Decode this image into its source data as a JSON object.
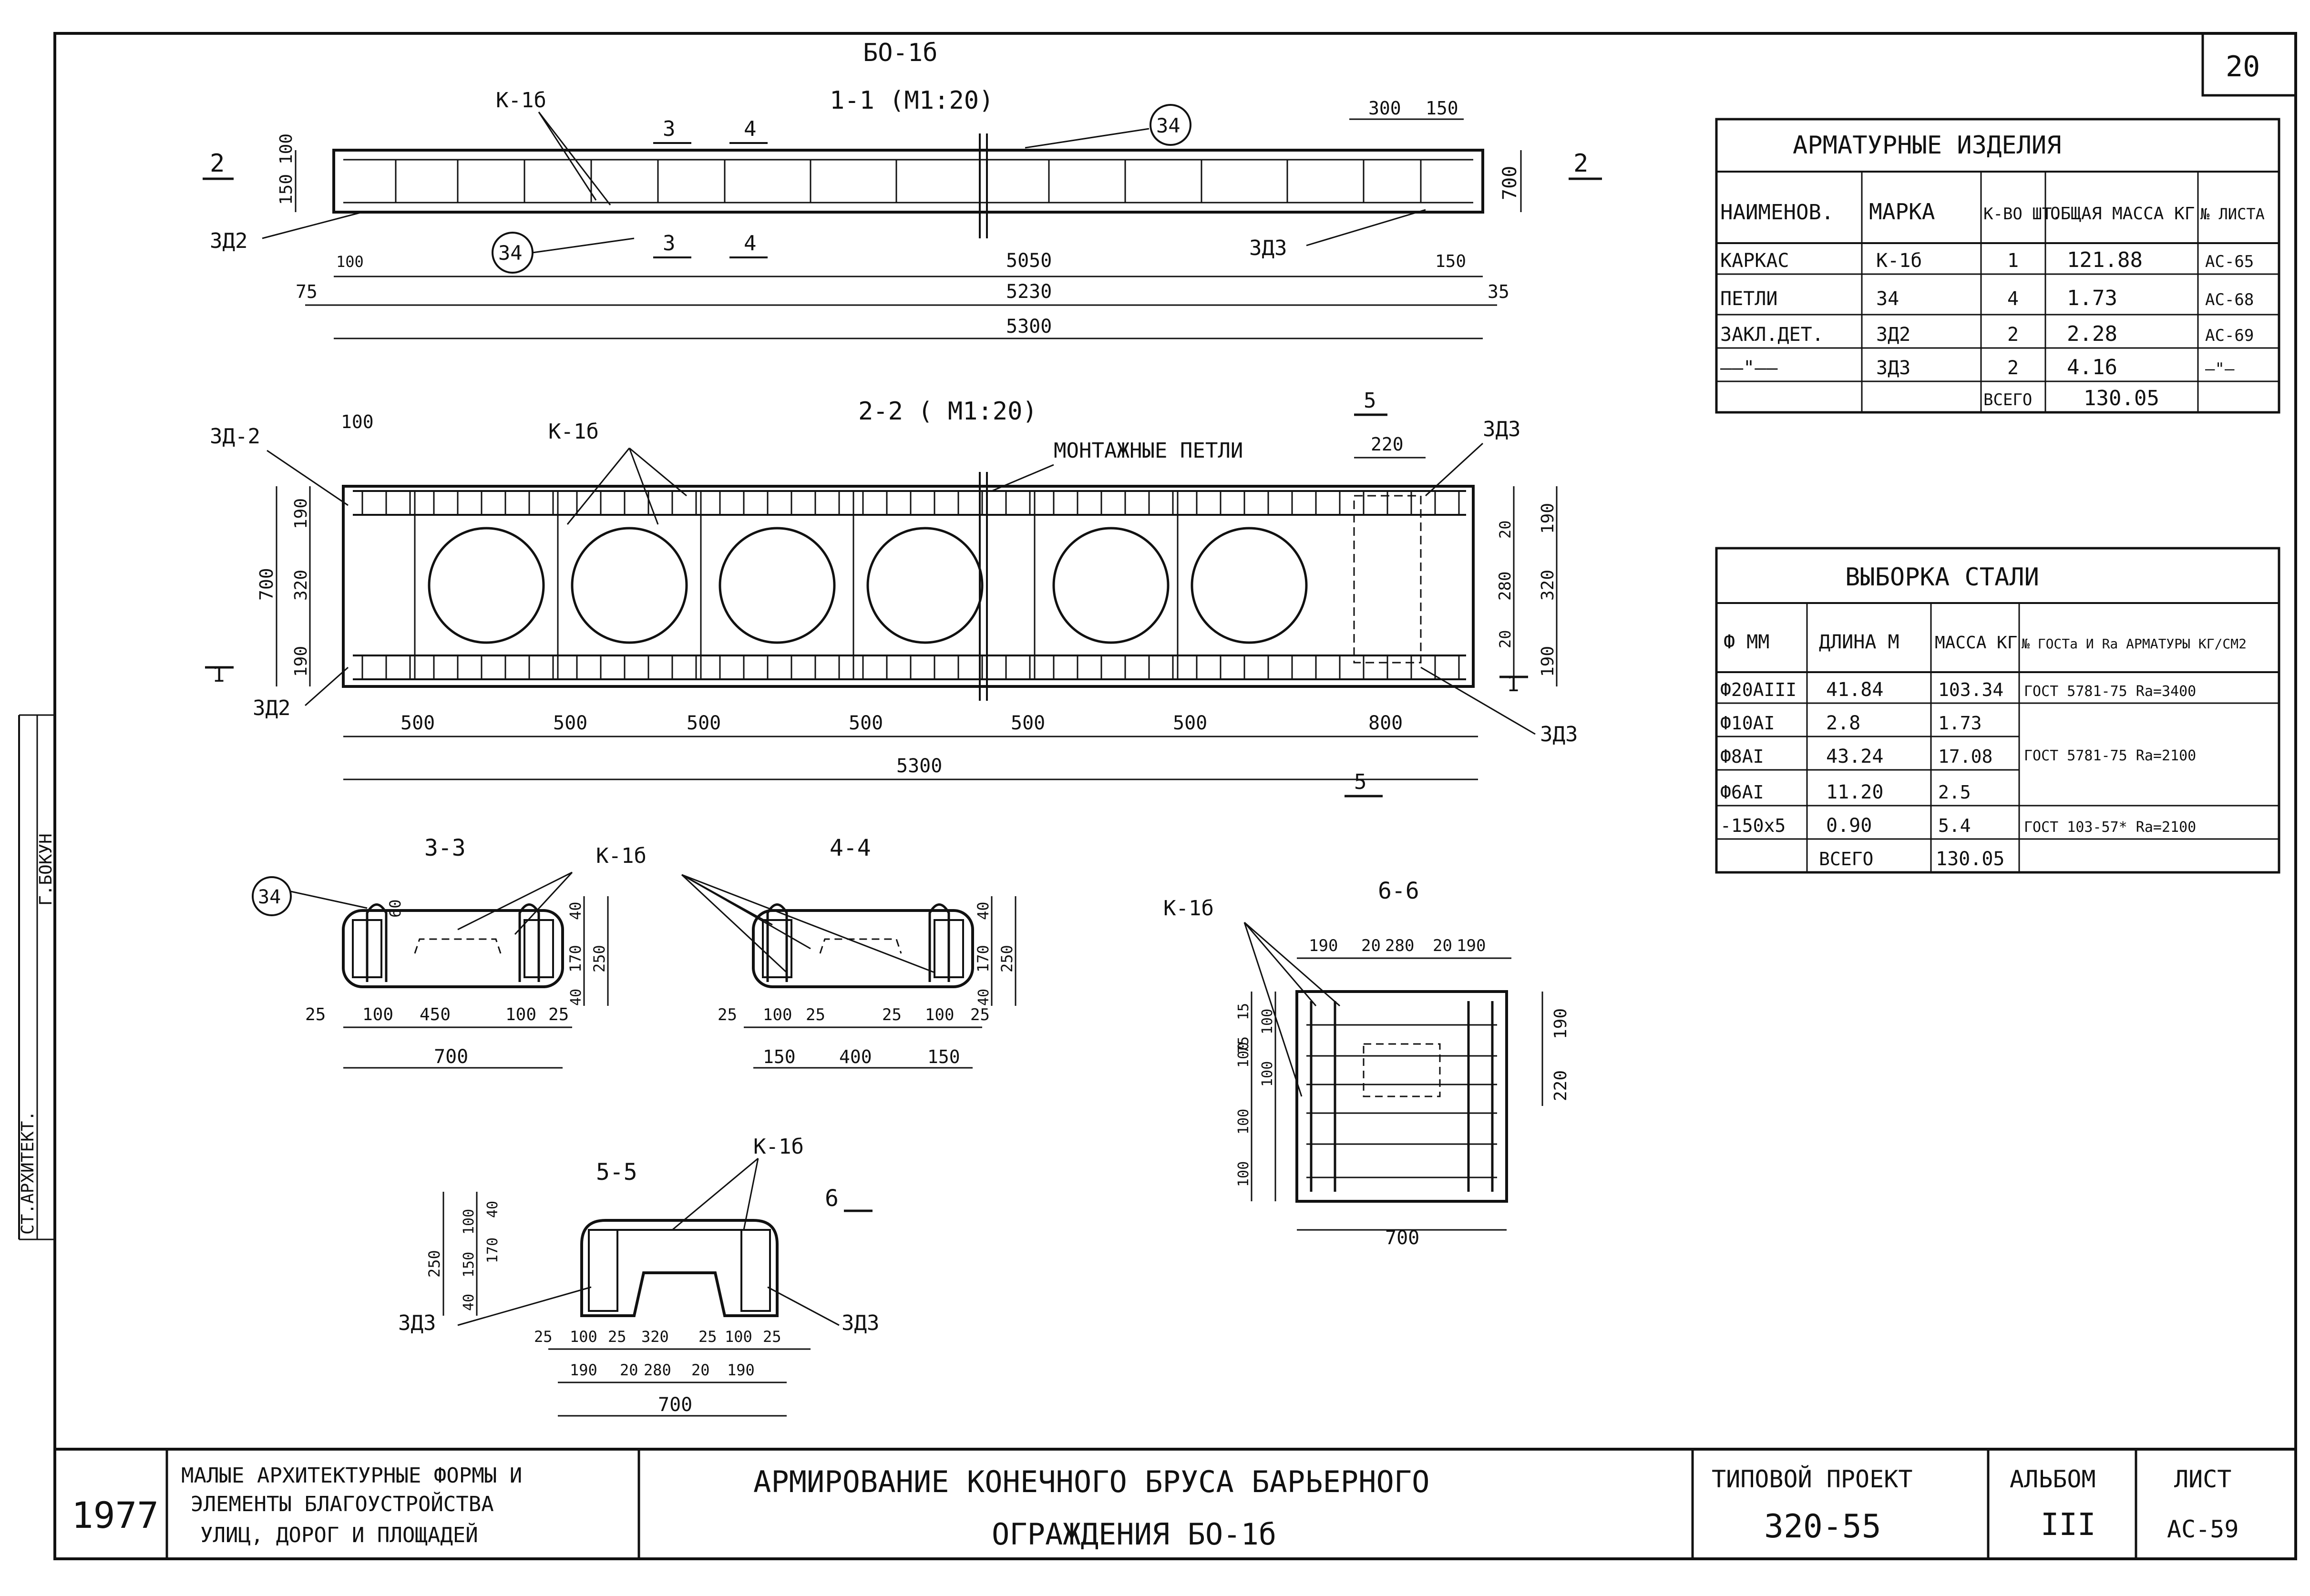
{
  "sheet_no": "20",
  "beam_title": "БО-1б",
  "sections": {
    "s11": "1-1 (М1:20)",
    "s22": "2-2 ( М1:20)",
    "s33": "3-3",
    "s44": "4-4",
    "s55": "5-5",
    "s66": "6-6"
  },
  "section_marks": {
    "m2": "2",
    "m1": "1",
    "m3": "3",
    "m4": "4",
    "m5": "5",
    "m6": "6"
  },
  "labels": {
    "k1b": "К-1б",
    "loop": "34",
    "zd2": "ЗД2",
    "zd2b": "ЗД-2",
    "zd3": "ЗД3",
    "lifting_loops": "МОНТАЖНЫЕ ПЕТЛИ"
  },
  "dims_11": {
    "a": "100",
    "b": "150",
    "c": "700",
    "d": "300",
    "e": "150",
    "f": "100",
    "g": "5050",
    "h": "150",
    "i": "75",
    "j": "5230",
    "k": "35",
    "total": "5300"
  },
  "dims_22": {
    "top100": "100",
    "top220": "220",
    "l190a": "190",
    "l320": "320",
    "l700": "700",
    "l190b": "190",
    "r20a": "20",
    "r280": "280",
    "r20b": "20",
    "r190a": "190",
    "r320": "320",
    "r190b": "190",
    "bays": [
      "500",
      "500",
      "500",
      "500",
      "500",
      "500",
      "800"
    ],
    "total": "5300"
  },
  "dims_33": {
    "d60": "60",
    "d40a": "40",
    "d170": "170",
    "d250": "250",
    "d40b": "40",
    "bottom": [
      "25",
      "100",
      "450",
      "100",
      "25"
    ],
    "total": "700"
  },
  "dims_44": {
    "d40a": "40",
    "d170": "170",
    "d250": "250",
    "d40b": "40",
    "bottom": [
      "25",
      "100",
      "25",
      "25",
      "100",
      "25"
    ],
    "parts": [
      "150",
      "400",
      "150"
    ]
  },
  "dims_55": {
    "left": [
      "250",
      "150",
      "100",
      "170",
      "40",
      "40"
    ],
    "bottom1": [
      "25",
      "100",
      "25",
      "320",
      "25",
      "100",
      "25"
    ],
    "bottom2": [
      "190",
      "20",
      "280",
      "20",
      "190"
    ],
    "total": "700"
  },
  "dims_66": {
    "top": [
      "190",
      "20",
      "280",
      "20",
      "190"
    ],
    "left": [
      "15",
      "75",
      "100",
      "100",
      "100",
      "100",
      "100"
    ],
    "right": [
      "190",
      "220"
    ],
    "total": "700"
  },
  "table1": {
    "title": "АРМАТУРНЫЕ ИЗДЕЛИЯ",
    "headers": [
      "НАИМЕНОВ.",
      "МАРКА",
      "К-ВО ШТ.",
      "ОБЩАЯ МАССА КГ",
      "№ ЛИСТА"
    ],
    "rows": [
      [
        "КАРКАС",
        "К-1б",
        "1",
        "121.88",
        "АС-65"
      ],
      [
        "ПЕТЛИ",
        "34",
        "4",
        "1.73",
        "АС-68"
      ],
      [
        "ЗАКЛ.ДЕТ.",
        "ЗД2",
        "2",
        "2.28",
        "АС-69"
      ],
      [
        "——\"——",
        "ЗД3",
        "2",
        "4.16",
        "—\"—"
      ]
    ],
    "total_label": "ВСЕГО",
    "total_value": "130.05"
  },
  "table2": {
    "title": "ВЫБОРКА СТАЛИ",
    "headers": [
      "Ф ММ",
      "ДЛИНА М",
      "МАССА КГ",
      "№ ГОСТа И Ra АРМАТУРЫ КГ/СМ2"
    ],
    "rows": [
      [
        "Ф20АIII",
        "41.84",
        "103.34",
        "ГОСТ 5781-75 Ra=3400"
      ],
      [
        "Ф10АI",
        "2.8",
        "1.73",
        ""
      ],
      [
        "Ф8АI",
        "43.24",
        "17.08",
        "ГОСТ 5781-75 Ra=2100"
      ],
      [
        "Ф6АI",
        "11.20",
        "2.5",
        ""
      ],
      [
        "-150x5",
        "0.90",
        "5.4",
        "ГОСТ 103-57* Ra=2100"
      ]
    ],
    "total_label": "ВСЕГО",
    "total_value": "130.05"
  },
  "side_stamp": [
    "СТ.АРХИТЕКТ.",
    "Г.БОКУН"
  ],
  "title_block": {
    "year": "1977",
    "series_lines": [
      "МАЛЫЕ АРХИТЕКТУРНЫЕ ФОРМЫ И",
      "ЭЛЕМЕНТЫ БЛАГОУСТРОЙСТВА",
      "УЛИЦ, ДОРОГ И ПЛОЩАДЕЙ"
    ],
    "title_lines": [
      "АРМИРОВАНИЕ КОНЕЧНОГО БРУСА БАРЬЕРНОГО",
      "ОГРАЖДЕНИЯ БО-1б"
    ],
    "project_label": "ТИПОВОЙ ПРОЕКТ",
    "project_no": "320-55",
    "album_label": "АЛЬБОМ",
    "album_no": "III",
    "sheet_label": "ЛИСТ",
    "sheet_code": "АС-59"
  }
}
